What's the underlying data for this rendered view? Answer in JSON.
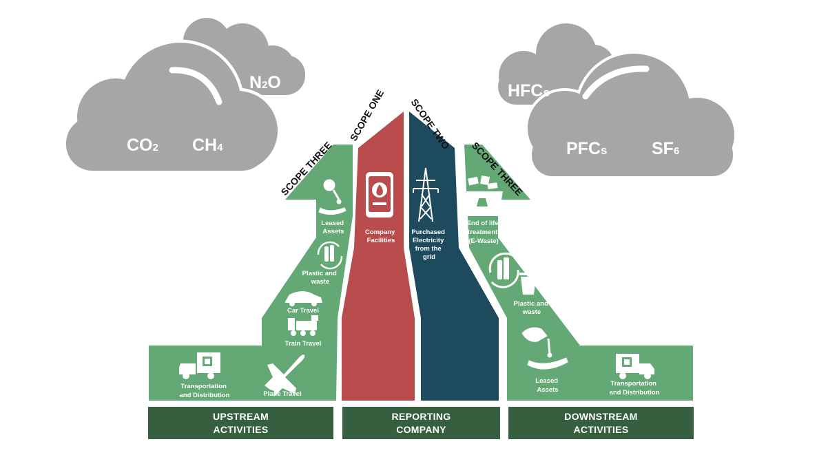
{
  "colors": {
    "cloud": "#a6a6a6",
    "scope_three_green": "#64a876",
    "scope_one_red": "#b84c4c",
    "scope_two_blue": "#1e4a5e",
    "activity_box": "#365f3f",
    "icon": "#ffffff"
  },
  "clouds": {
    "left": {
      "co2": {
        "base": "CO",
        "sub": "2"
      },
      "ch4": {
        "base": "CH",
        "sub": "4"
      },
      "n2o": {
        "pre": "N",
        "sub": "2",
        "post": "O"
      }
    },
    "right": {
      "hfcs": {
        "base": "HFC",
        "sub": "s"
      },
      "pfcs": {
        "base": "PFC",
        "sub": "s"
      },
      "sf6": {
        "base": "SF",
        "sub": "6"
      }
    }
  },
  "scopes": {
    "three_left": "SCOPE THREE",
    "one": "SCOPE ONE",
    "two": "SCOPE TWO",
    "three_right": "SCOPE THREE"
  },
  "upstream": {
    "leased_assets": [
      "Leased",
      "Assets"
    ],
    "plastic_waste": [
      "Plastic and",
      "waste"
    ],
    "car_travel": "Car Travel",
    "train_travel": "Train Travel",
    "plane_travel": "Plane Travel",
    "transport": [
      "Transportation",
      "and Distribution"
    ]
  },
  "scope_one": {
    "company_facilities": [
      "Company",
      "Facilities"
    ]
  },
  "scope_two": {
    "purchased_electricity": [
      "Purchased",
      "Electricity",
      "from the",
      "grid"
    ]
  },
  "downstream": {
    "end_of_life": [
      "End of life",
      "treatment",
      "(E-Waste)"
    ],
    "plastic_waste": [
      "Plastic and",
      "waste"
    ],
    "leased_assets": [
      "Leased",
      "Assets"
    ],
    "transport": [
      "Transportation",
      "and Distribution"
    ]
  },
  "boxes": {
    "upstream": [
      "UPSTREAM",
      "ACTIVITIES"
    ],
    "reporting": [
      "REPORTING",
      "COMPANY"
    ],
    "downstream": [
      "DOWNSTREAM",
      "ACTIVITIES"
    ]
  }
}
